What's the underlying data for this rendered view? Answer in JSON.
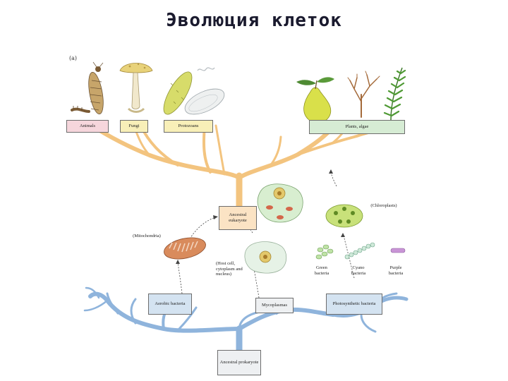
{
  "title": "Эволюция клеток",
  "figure": {
    "letter": "(a)",
    "top_groups": [
      {
        "label": "Animals"
      },
      {
        "label": "Fungi"
      },
      {
        "label": "Protozoans"
      },
      {
        "label": "Plants, algae"
      }
    ],
    "nodes": {
      "ancestral_eukaryote": "Ancestral eukaryote",
      "aerobic_bacteria": "Aerobic bacteria",
      "mycoplasmas": "Mycoplasmas",
      "photosynthetic_bacteria": "Photosynthetic bacteria",
      "ancestral_prokaryote": "Ancestral prokaryote"
    },
    "annotations": {
      "mitochondria": "(Mitochondria)",
      "chloroplasts": "(Chloroplasts)",
      "host_cell": "(Host cell, cytoplasm and nucleus)",
      "green_bacteria": "Green bacteria",
      "cyano_bacteria": "Cyano bacteria",
      "purple_bacteria": "Purple bacteria"
    },
    "colors": {
      "eukaryote_branches": "#f3c47f",
      "prokaryote_branches": "#8fb4dc",
      "title_text": "#1a1a2e"
    }
  }
}
